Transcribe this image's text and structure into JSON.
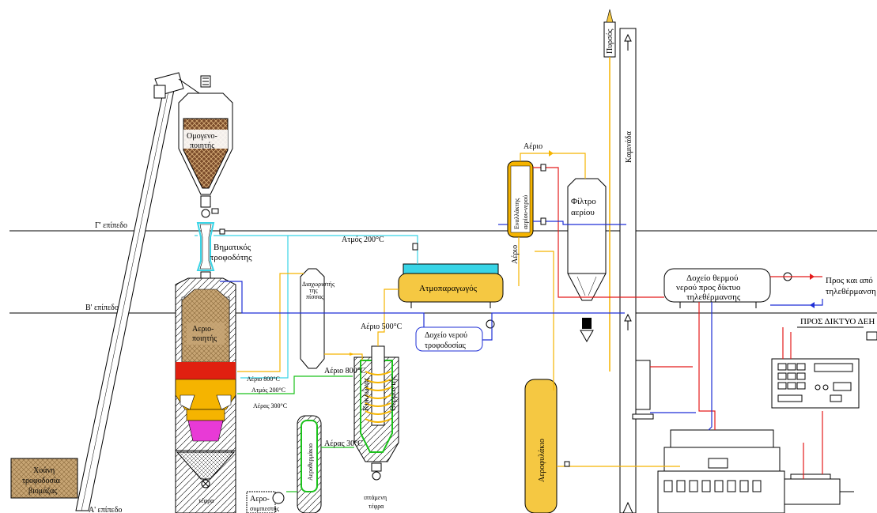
{
  "levels": {
    "level_c": "Γ' επίπεδο",
    "level_b": "Β' επίπεδο",
    "level_a": "Α' επίπεδο"
  },
  "labels": {
    "homogenizer_l1": "Ομογενο-",
    "homogenizer_l2": "ποιητής",
    "step_feeder_l1": "Βηματικός",
    "step_feeder_l2": "τροφοδότης",
    "gasifier_l1": "Αεριο-",
    "gasifier_l2": "ποιητής",
    "ash_gasifier": "τέφρα",
    "hopper_l1": "Χοάνη",
    "hopper_l2": "τροφοδοσία",
    "hopper_l3": "βιομάζας",
    "air_preheater": "Αεροθερμάκιο",
    "air_preheater2": "Αεροφυλάκιο",
    "air_compressor_l1": "Αερο-",
    "air_compressor_l2": "συμπιεστής",
    "cyclone": "Κυκλώνας",
    "heater": "Θερμαντής",
    "fly_ash_l1": "ιπτάμενη",
    "fly_ash_l2": "τέφρα",
    "tar_sep_l1": "Διαχωριστής",
    "tar_sep_l2": "της",
    "tar_sep_l3": "πίσσας",
    "steam_gen": "Ατμοπαραγωγός",
    "feed_water_l1": "Δοχείο νερού",
    "feed_water_l2": "τροφοδοσίας",
    "hx_l1": "Εναλλάκτης",
    "hx_l2": "αερίου-νερού",
    "gas_filter_l1": "Φίλτρο",
    "gas_filter_l2": "αερίου",
    "hot_water_l1": "Δοχείο θερμού",
    "hot_water_l2": "νερού προς δίκτυο",
    "hot_water_l3": "τηλεθέρμανσης",
    "district_l1": "Προς και από",
    "district_l2": "τηλεθέρμανση",
    "grid": "ΠΡΟΣ ΔΙΚΤΥΟ ΔΕΗ",
    "chimney": "Καμινάδα",
    "torch": "Πυρσός",
    "gas_word": "Αέριο",
    "gas_800_a": "Αέριο 800°C",
    "gas_800_b": "Αέριο 800°C",
    "gas_500": "Αέριο 500°C",
    "steam_200_a": "Ατμός 200°C",
    "steam_200_b": "Ατμός 200°C",
    "air_300": "Αέρας 300°C",
    "air_30": "Αέρας 30°C",
    "gas_vertical": "Αέριο"
  },
  "colors": {
    "gas": "#f5b400",
    "hot_water": "#e41b1b",
    "cold_water": "#1f2fd6",
    "steam": "#38d4e6",
    "air": "#1cc21c",
    "biomass": "#7a4b2a",
    "line": "#000000"
  }
}
